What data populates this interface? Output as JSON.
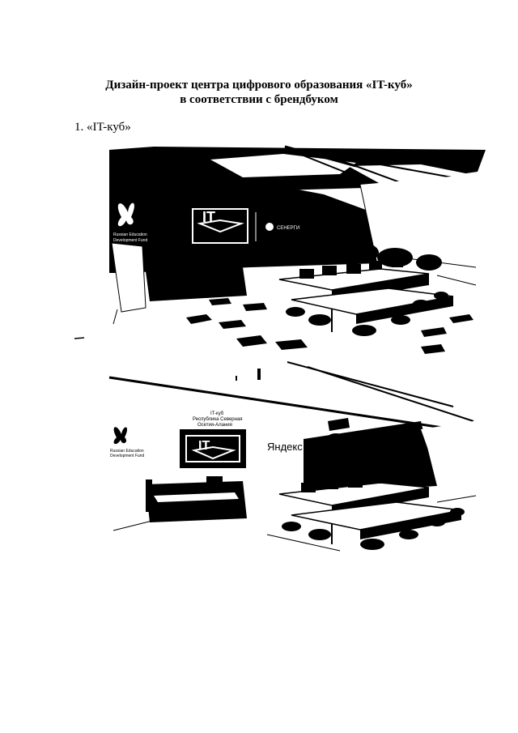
{
  "document": {
    "title_line1": "Дизайн-проект центра цифрового образования «IT-куб»",
    "title_line2": "в соответствии с брендбуком",
    "section_heading": "1. «IT-куб»"
  },
  "render1": {
    "fund_line1": "Russian Education",
    "fund_line2": "Development Fund",
    "logo_text": "IT",
    "partner_logo": "СЕНЕРГИ"
  },
  "render2": {
    "sign_line1": "IT-куб",
    "sign_line2": "Республика Северная",
    "sign_line3": "Осетия-Алания",
    "fund_line1": "Russian Education",
    "fund_line2": "Development Fund",
    "logo_text": "IT",
    "partner_logo": "Яндекс"
  }
}
